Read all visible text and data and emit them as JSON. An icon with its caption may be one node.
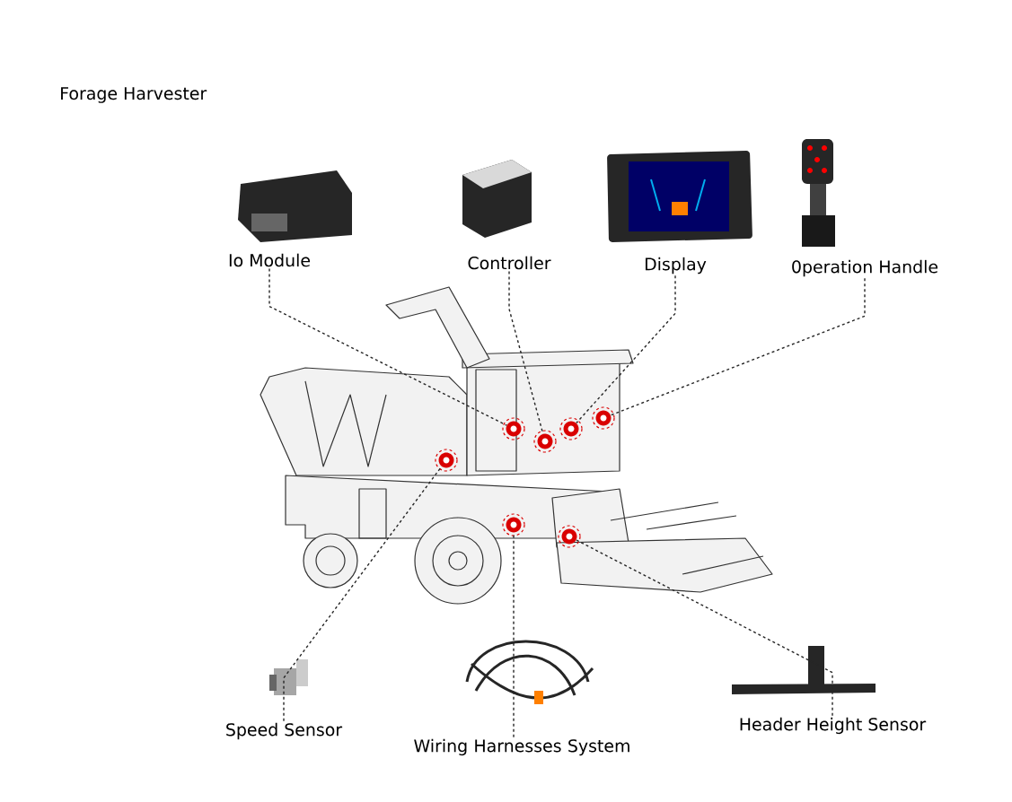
{
  "diagram": {
    "title": "Forage Harvester",
    "nodes": [
      {
        "text": [
          "Io Module"
        ]
      },
      {
        "text": [
          "Controller"
        ]
      },
      {
        "text": [
          "Display"
        ]
      },
      {
        "text": [
          "0peration Handle"
        ]
      },
      {
        "text": [
          "Speed Sensor"
        ]
      },
      {
        "text": [
          "Wiring Harnesses System"
        ]
      },
      {
        "text": [
          "Header Height Sensor"
        ]
      },
      {
        "text": [],
        "shape": "circle"
      },
      {
        "text": [],
        "shape": "circle"
      },
      {
        "text": [],
        "shape": "circle"
      },
      {
        "text": [],
        "shape": "circle"
      },
      {
        "text": [],
        "shape": "circle"
      },
      {
        "text": [],
        "shape": "circle"
      },
      {
        "text": [],
        "shape": "circle"
      }
    ],
    "edges": [
      {
        "from": 0,
        "to": 8,
        "arrow": "none",
        "style": "dashed"
      },
      {
        "from": 1,
        "to": 10,
        "arrow": "none",
        "style": "dashed"
      },
      {
        "from": 2,
        "to": 12,
        "arrow": "none",
        "style": "dashed"
      },
      {
        "from": 3,
        "to": 13,
        "arrow": "none",
        "style": "dashed"
      },
      {
        "from": 4,
        "to": 7,
        "arrow": "none",
        "style": "dashed"
      },
      {
        "from": 5,
        "to": 9,
        "arrow": "none",
        "style": "dashed"
      },
      {
        "from": 6,
        "to": 11,
        "arrow": "none",
        "style": "dashed"
      }
    ]
  }
}
